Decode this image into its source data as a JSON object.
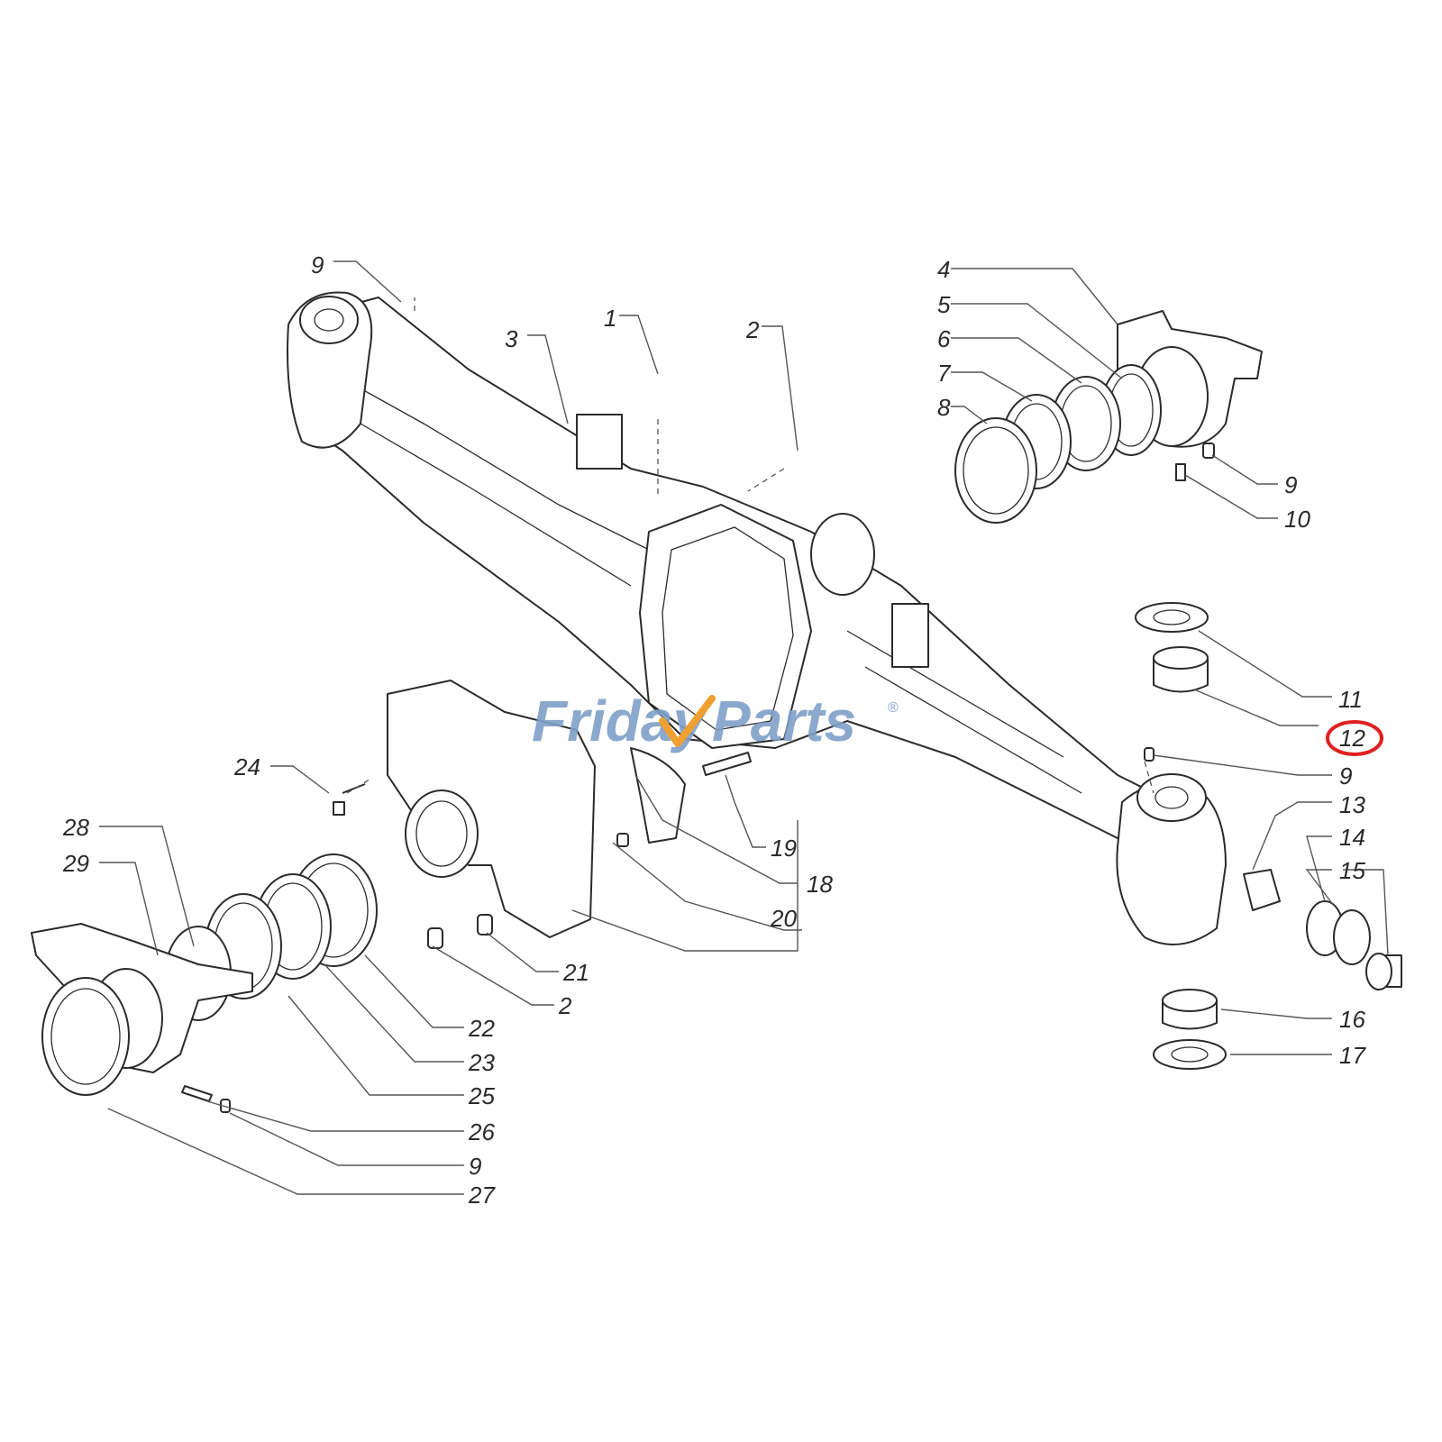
{
  "watermark": {
    "left": "Friday",
    "right": "Parts",
    "mark": "®",
    "check_color": "#f0a030",
    "text_color": "#7f9fc8"
  },
  "highlight": {
    "part": "12",
    "color": "#e02020"
  },
  "callouts": {
    "c1": "1",
    "c2a": "2",
    "c2b": "2",
    "c3": "3",
    "c4": "4",
    "c5": "5",
    "c6": "6",
    "c7": "7",
    "c8": "8",
    "c9a": "9",
    "c9b": "9",
    "c9c": "9",
    "c9d": "9",
    "c10": "10",
    "c11": "11",
    "c12": "12",
    "c13": "13",
    "c14": "14",
    "c15": "15",
    "c16": "16",
    "c17": "17",
    "c18": "18",
    "c19": "19",
    "c20": "20",
    "c21": "21",
    "c22": "22",
    "c23": "23",
    "c24": "24",
    "c25": "25",
    "c26": "26",
    "c27": "27",
    "c28": "28",
    "c29": "29"
  }
}
